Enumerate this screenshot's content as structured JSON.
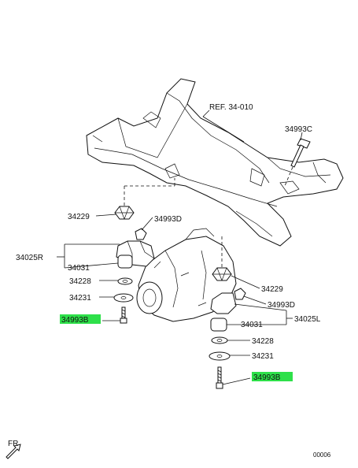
{
  "labels": {
    "ref": "REF. 34-010",
    "p34993c": "34993C",
    "p34229_left": "34229",
    "p34993d_left": "34993D",
    "p34025r": "34025R",
    "p34031_left": "34031",
    "p34228_left": "34228",
    "p34231_left": "34231",
    "p34993b_left": "34993B",
    "p34229_right": "34229",
    "p34993d_right": "34993D",
    "p34025l": "34025L",
    "p34031_right": "34031",
    "p34228_right": "34228",
    "p34231_right": "34231",
    "p34993b_right": "34993B",
    "front": "FR",
    "code": "00006"
  },
  "colors": {
    "highlight": "#2ee04a",
    "line": "#111111"
  },
  "icons": {
    "front_arrow": "front-arrow-icon"
  }
}
